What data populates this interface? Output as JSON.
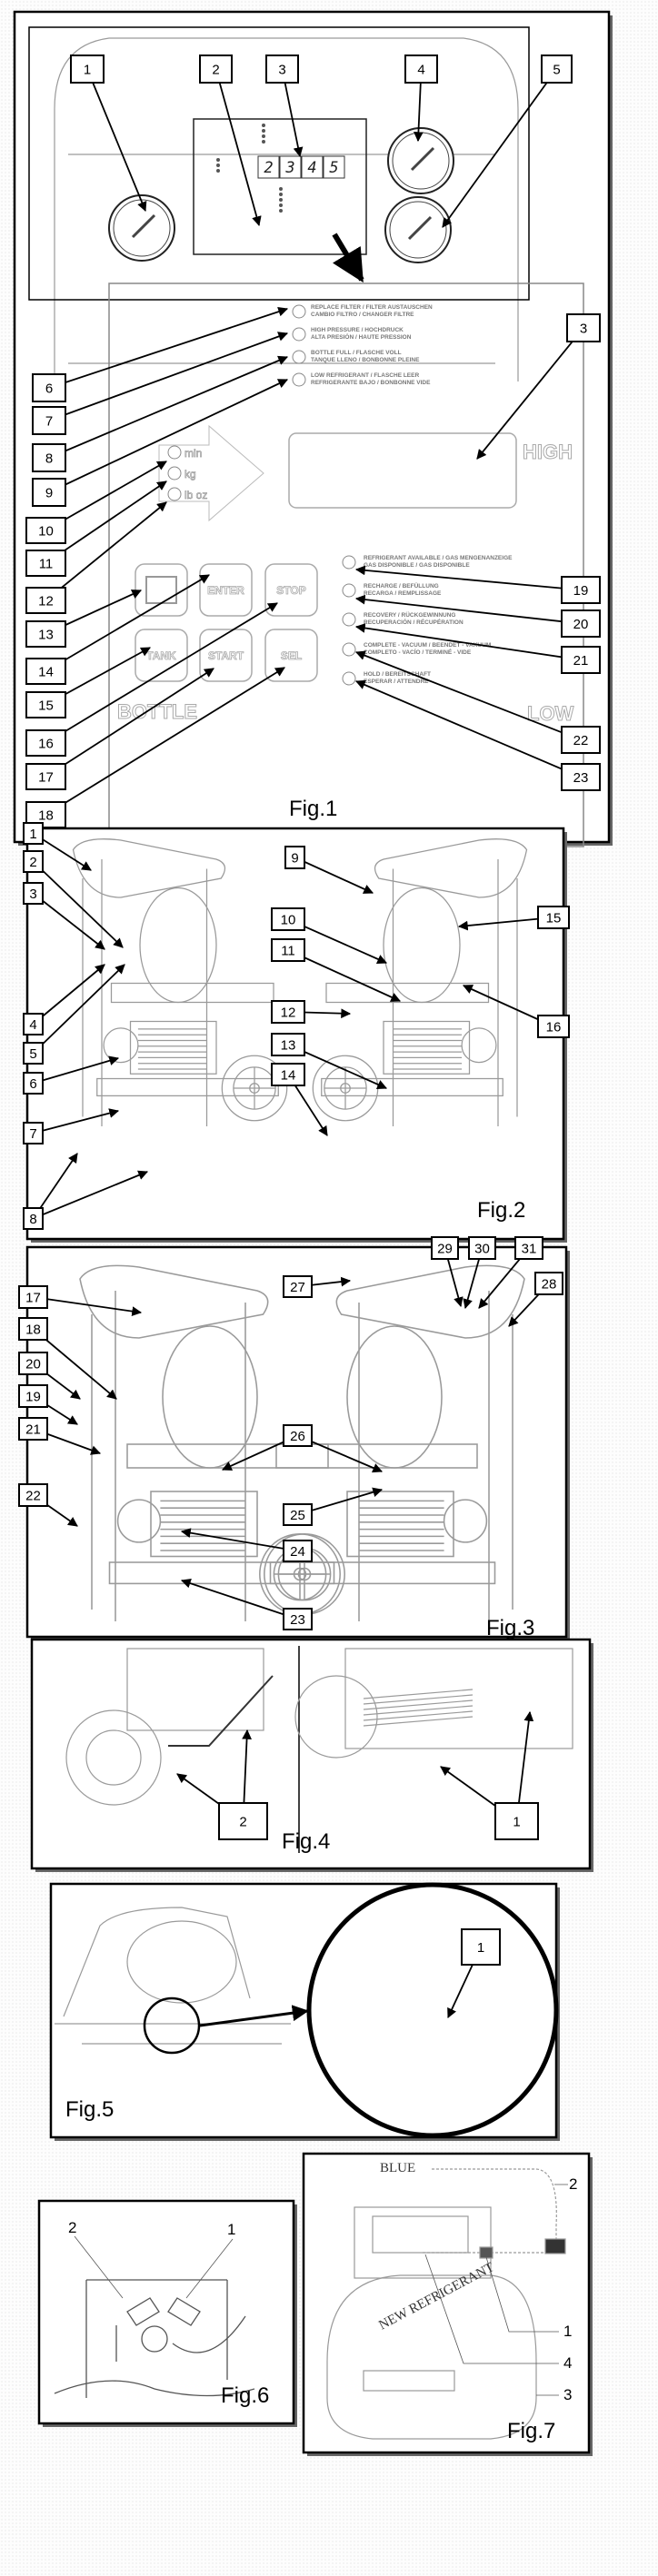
{
  "fig1": {
    "caption": "Fig.1",
    "callouts": [
      "1",
      "2",
      "3",
      "4",
      "5",
      "6",
      "7",
      "8",
      "9",
      "10",
      "11",
      "12",
      "13",
      "14",
      "15",
      "16",
      "17",
      "18",
      "19",
      "20",
      "21",
      "22",
      "23"
    ],
    "display_digits": [
      "2",
      "3",
      "4",
      "5"
    ],
    "status_leds": [
      [
        "REPLACE FILTER / FILTER AUSTAUSCHEN",
        "CAMBIO FILTRO / CHANGER FILTRE"
      ],
      [
        "HIGH PRESSURE / HOCHDRUCK",
        "ALTA PRESIÓN / HAUTE PRESSION"
      ],
      [
        "BOTTLE FULL / FLASCHE VOLL",
        "TANQUE LLENO / BONBONNE PLEINE"
      ],
      [
        "LOW REFRIGERANT / FLASCHE LEER",
        "REFRIGERANTE BAJO / BONBONNE VIDE"
      ]
    ],
    "units": [
      "min",
      "kg",
      "lb oz"
    ],
    "keys": [
      "ENTER",
      "STOP",
      "TANK",
      "START",
      "SEL"
    ],
    "bottle_label": "BOTTLE",
    "high_label": "HIGH",
    "low_label": "LOW",
    "mode_leds": [
      [
        "REFRIGERANT AVAILABLE / GAS MENGENANZEIGE",
        "GAS DISPONIBLE / GAS DISPONIBLE"
      ],
      [
        "RECHARGE / BEFÜLLUNG",
        "RECARGA / REMPLISSAGE"
      ],
      [
        "RECOVERY / RÜCKGEWINNUNG",
        "RECUPERACIÓN / RÉCUPÉRATION"
      ],
      [
        "COMPLETE - VACUUM / BEENDET - VAKUUM",
        "COMPLETO - VACÍO / TERMINÉ - VIDE"
      ],
      [
        "HOLD / BEREITSCHAFT",
        "ESPERAR / ATTENDRE"
      ]
    ]
  },
  "fig2": {
    "caption": "Fig.2",
    "callouts": [
      "1",
      "2",
      "3",
      "4",
      "5",
      "6",
      "7",
      "8",
      "9",
      "10",
      "11",
      "12",
      "13",
      "14",
      "15",
      "16"
    ]
  },
  "fig3": {
    "caption": "Fig.3",
    "callouts": [
      "17",
      "18",
      "19",
      "20",
      "21",
      "22",
      "23",
      "24",
      "25",
      "26",
      "27",
      "28",
      "29",
      "30",
      "31"
    ]
  },
  "fig4": {
    "caption": "Fig.4",
    "callouts": [
      "1",
      "2"
    ]
  },
  "fig5": {
    "caption": "Fig.5",
    "callouts": [
      "1"
    ]
  },
  "fig6": {
    "caption": "Fig.6",
    "callouts": [
      "1",
      "2"
    ]
  },
  "fig7": {
    "caption": "Fig.7",
    "callouts": [
      "1",
      "2",
      "3",
      "4"
    ],
    "hose_label": "BLUE",
    "tank_label": "NEW REFRIGERANT"
  }
}
